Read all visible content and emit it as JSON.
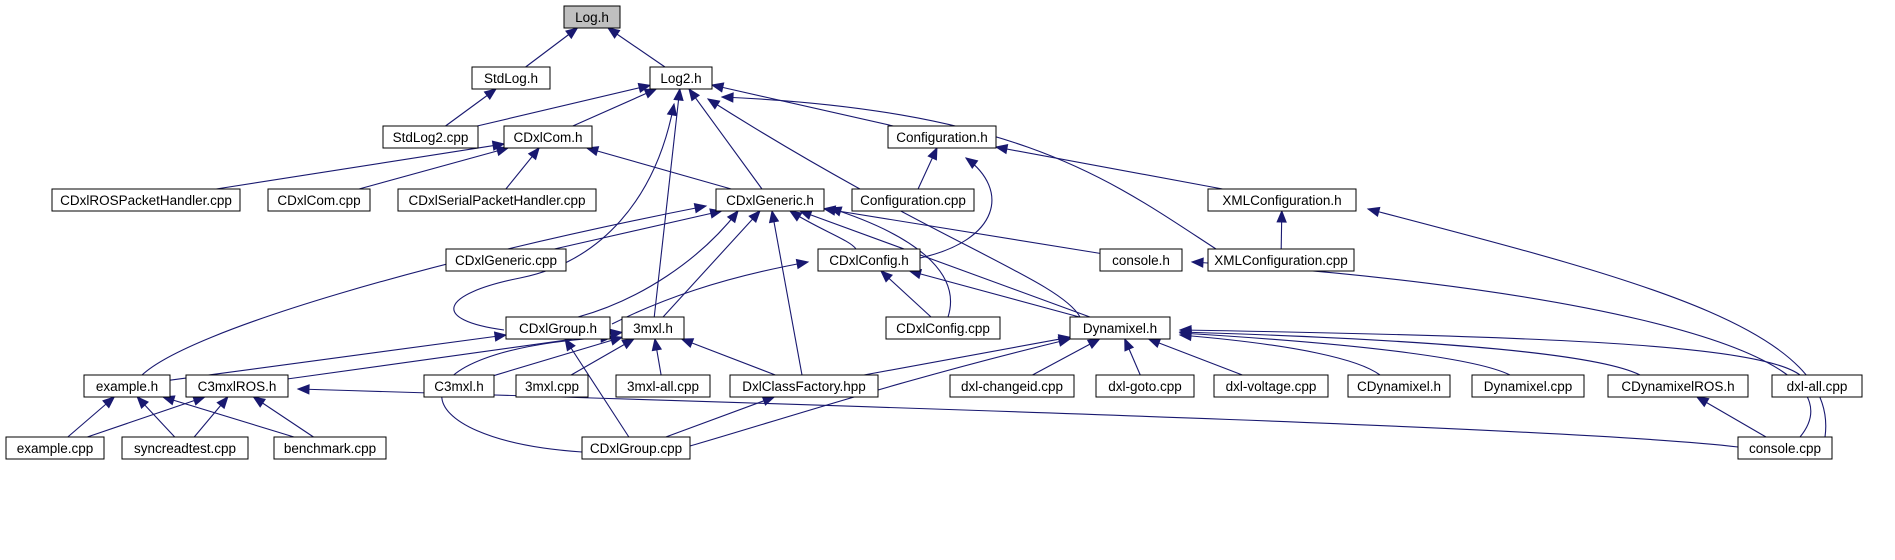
{
  "colors": {
    "edge": "#191970",
    "root_fill": "#bfbfbf",
    "node_fill": "#ffffff",
    "node_stroke": "#000000"
  },
  "nodes": [
    {
      "id": "log_h",
      "label": "Log.h",
      "root": true
    },
    {
      "id": "stdlog_h",
      "label": "StdLog.h"
    },
    {
      "id": "log2_h",
      "label": "Log2.h"
    },
    {
      "id": "stdlog2_cpp",
      "label": "StdLog2.cpp"
    },
    {
      "id": "cdxlcom_h",
      "label": "CDxlCom.h"
    },
    {
      "id": "configuration_h",
      "label": "Configuration.h"
    },
    {
      "id": "cdxlrospackethandler_cpp",
      "label": "CDxlROSPacketHandler.cpp"
    },
    {
      "id": "cdxlcom_cpp",
      "label": "CDxlCom.cpp"
    },
    {
      "id": "cdxlserialpackethandler_cpp",
      "label": "CDxlSerialPacketHandler.cpp"
    },
    {
      "id": "cdxlgeneric_h",
      "label": "CDxlGeneric.h"
    },
    {
      "id": "configuration_cpp",
      "label": "Configuration.cpp"
    },
    {
      "id": "xmlconfiguration_h",
      "label": "XMLConfiguration.h"
    },
    {
      "id": "cdxlgeneric_cpp",
      "label": "CDxlGeneric.cpp"
    },
    {
      "id": "cdxlconfig_h",
      "label": "CDxlConfig.h"
    },
    {
      "id": "console_h",
      "label": "console.h"
    },
    {
      "id": "xmlconfiguration_cpp",
      "label": "XMLConfiguration.cpp"
    },
    {
      "id": "cdxlgroup_h",
      "label": "CDxlGroup.h"
    },
    {
      "id": "threemxl_h",
      "label": "3mxl.h"
    },
    {
      "id": "cdxlconfig_cpp",
      "label": "CDxlConfig.cpp"
    },
    {
      "id": "dynamixel_h",
      "label": "Dynamixel.h"
    },
    {
      "id": "example_h",
      "label": "example.h"
    },
    {
      "id": "c3mxlros_h",
      "label": "C3mxlROS.h"
    },
    {
      "id": "c3mxl_h",
      "label": "C3mxl.h"
    },
    {
      "id": "threemxl_cpp",
      "label": "3mxl.cpp"
    },
    {
      "id": "threemxl_all_cpp",
      "label": "3mxl-all.cpp"
    },
    {
      "id": "dxlclassfactory_hpp",
      "label": "DxlClassFactory.hpp"
    },
    {
      "id": "dxl_changeid_cpp",
      "label": "dxl-changeid.cpp"
    },
    {
      "id": "dxl_goto_cpp",
      "label": "dxl-goto.cpp"
    },
    {
      "id": "dxl_voltage_cpp",
      "label": "dxl-voltage.cpp"
    },
    {
      "id": "cdynamixel_h",
      "label": "CDynamixel.h"
    },
    {
      "id": "dynamixel_cpp",
      "label": "Dynamixel.cpp"
    },
    {
      "id": "cdynamixelros_h",
      "label": "CDynamixelROS.h"
    },
    {
      "id": "dxl_all_cpp",
      "label": "dxl-all.cpp"
    },
    {
      "id": "example_cpp",
      "label": "example.cpp"
    },
    {
      "id": "syncreadtest_cpp",
      "label": "syncreadtest.cpp"
    },
    {
      "id": "benchmark_cpp",
      "label": "benchmark.cpp"
    },
    {
      "id": "cdxlgroup_cpp",
      "label": "CDxlGroup.cpp"
    },
    {
      "id": "console_cpp",
      "label": "console.cpp"
    }
  ],
  "edges": [
    {
      "from": "log_h",
      "to": "stdlog_h"
    },
    {
      "from": "log_h",
      "to": "log2_h"
    },
    {
      "from": "stdlog_h",
      "to": "stdlog2_cpp"
    },
    {
      "from": "log2_h",
      "to": "stdlog2_cpp"
    },
    {
      "from": "log2_h",
      "to": "cdxlcom_h"
    },
    {
      "from": "log2_h",
      "to": "configuration_h"
    },
    {
      "from": "log2_h",
      "to": "cdxlgeneric_h"
    },
    {
      "from": "log2_h",
      "to": "cdxlgroup_h"
    },
    {
      "from": "log2_h",
      "to": "threemxl_h"
    },
    {
      "from": "log2_h",
      "to": "dynamixel_h"
    },
    {
      "from": "log2_h",
      "to": "xmlconfiguration_cpp"
    },
    {
      "from": "cdxlcom_h",
      "to": "cdxlrospackethandler_cpp"
    },
    {
      "from": "cdxlcom_h",
      "to": "cdxlcom_cpp"
    },
    {
      "from": "cdxlcom_h",
      "to": "cdxlserialpackethandler_cpp"
    },
    {
      "from": "cdxlcom_h",
      "to": "cdxlgeneric_h"
    },
    {
      "from": "configuration_h",
      "to": "configuration_cpp"
    },
    {
      "from": "configuration_h",
      "to": "xmlconfiguration_h"
    },
    {
      "from": "configuration_h",
      "to": "cdxlconfig_h"
    },
    {
      "from": "xmlconfiguration_h",
      "to": "xmlconfiguration_cpp"
    },
    {
      "from": "xmlconfiguration_h",
      "to": "console_cpp"
    },
    {
      "from": "cdxlgeneric_h",
      "to": "cdxlgeneric_cpp"
    },
    {
      "from": "cdxlgeneric_h",
      "to": "cdxlconfig_h"
    },
    {
      "from": "cdxlgeneric_h",
      "to": "console_h"
    },
    {
      "from": "cdxlgeneric_h",
      "to": "cdxlgroup_h"
    },
    {
      "from": "cdxlgeneric_h",
      "to": "threemxl_h"
    },
    {
      "from": "cdxlgeneric_h",
      "to": "dynamixel_h"
    },
    {
      "from": "cdxlgeneric_h",
      "to": "dxlclassfactory_hpp"
    },
    {
      "from": "cdxlgeneric_h",
      "to": "example_h"
    },
    {
      "from": "cdxlgeneric_h",
      "to": "cdxlconfig_cpp"
    },
    {
      "from": "cdxlconfig_h",
      "to": "cdxlgroup_h"
    },
    {
      "from": "cdxlconfig_h",
      "to": "cdxlconfig_cpp"
    },
    {
      "from": "cdxlconfig_h",
      "to": "dynamixel_h"
    },
    {
      "from": "console_h",
      "to": "console_cpp"
    },
    {
      "from": "cdxlgroup_h",
      "to": "example_h"
    },
    {
      "from": "cdxlgroup_h",
      "to": "cdxlgroup_cpp"
    },
    {
      "from": "threemxl_h",
      "to": "c3mxlros_h"
    },
    {
      "from": "threemxl_h",
      "to": "c3mxl_h"
    },
    {
      "from": "threemxl_h",
      "to": "threemxl_cpp"
    },
    {
      "from": "threemxl_h",
      "to": "threemxl_all_cpp"
    },
    {
      "from": "threemxl_h",
      "to": "dxlclassfactory_hpp"
    },
    {
      "from": "threemxl_h",
      "to": "cdxlgroup_cpp"
    },
    {
      "from": "dynamixel_h",
      "to": "dxlclassfactory_hpp"
    },
    {
      "from": "dynamixel_h",
      "to": "dxl_changeid_cpp"
    },
    {
      "from": "dynamixel_h",
      "to": "dxl_goto_cpp"
    },
    {
      "from": "dynamixel_h",
      "to": "dxl_voltage_cpp"
    },
    {
      "from": "dynamixel_h",
      "to": "cdynamixel_h"
    },
    {
      "from": "dynamixel_h",
      "to": "dynamixel_cpp"
    },
    {
      "from": "dynamixel_h",
      "to": "cdynamixelros_h"
    },
    {
      "from": "dynamixel_h",
      "to": "dxl_all_cpp"
    },
    {
      "from": "dynamixel_h",
      "to": "cdxlgroup_cpp"
    },
    {
      "from": "example_h",
      "to": "example_cpp"
    },
    {
      "from": "example_h",
      "to": "syncreadtest_cpp"
    },
    {
      "from": "example_h",
      "to": "benchmark_cpp"
    },
    {
      "from": "c3mxlros_h",
      "to": "example_cpp"
    },
    {
      "from": "c3mxlros_h",
      "to": "syncreadtest_cpp"
    },
    {
      "from": "c3mxlros_h",
      "to": "benchmark_cpp"
    },
    {
      "from": "c3mxlros_h",
      "to": "console_cpp"
    },
    {
      "from": "dxlclassfactory_hpp",
      "to": "cdxlgroup_cpp"
    },
    {
      "from": "cdynamixelros_h",
      "to": "console_cpp"
    }
  ]
}
